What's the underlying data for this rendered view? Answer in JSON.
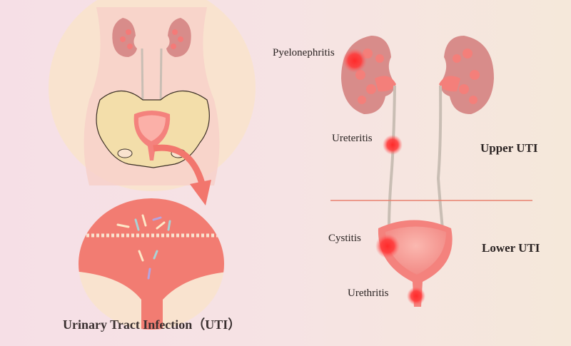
{
  "title": "Urinary Tract Infection（UTI）",
  "sections": {
    "upper": "Upper UTI",
    "lower": "Lower UTI"
  },
  "conditions": [
    {
      "name": "Pyelonephritis",
      "site": "kidney"
    },
    {
      "name": "Ureteritis",
      "site": "ureter"
    },
    {
      "name": "Cystitis",
      "site": "bladder"
    },
    {
      "name": "Urethritis",
      "site": "urethra"
    }
  ],
  "colors": {
    "infection": "#ff3b3b",
    "organ": "#f08a86",
    "kidney": "#d98a88",
    "bone": "#f3deaa",
    "divider": "#e8806f"
  }
}
